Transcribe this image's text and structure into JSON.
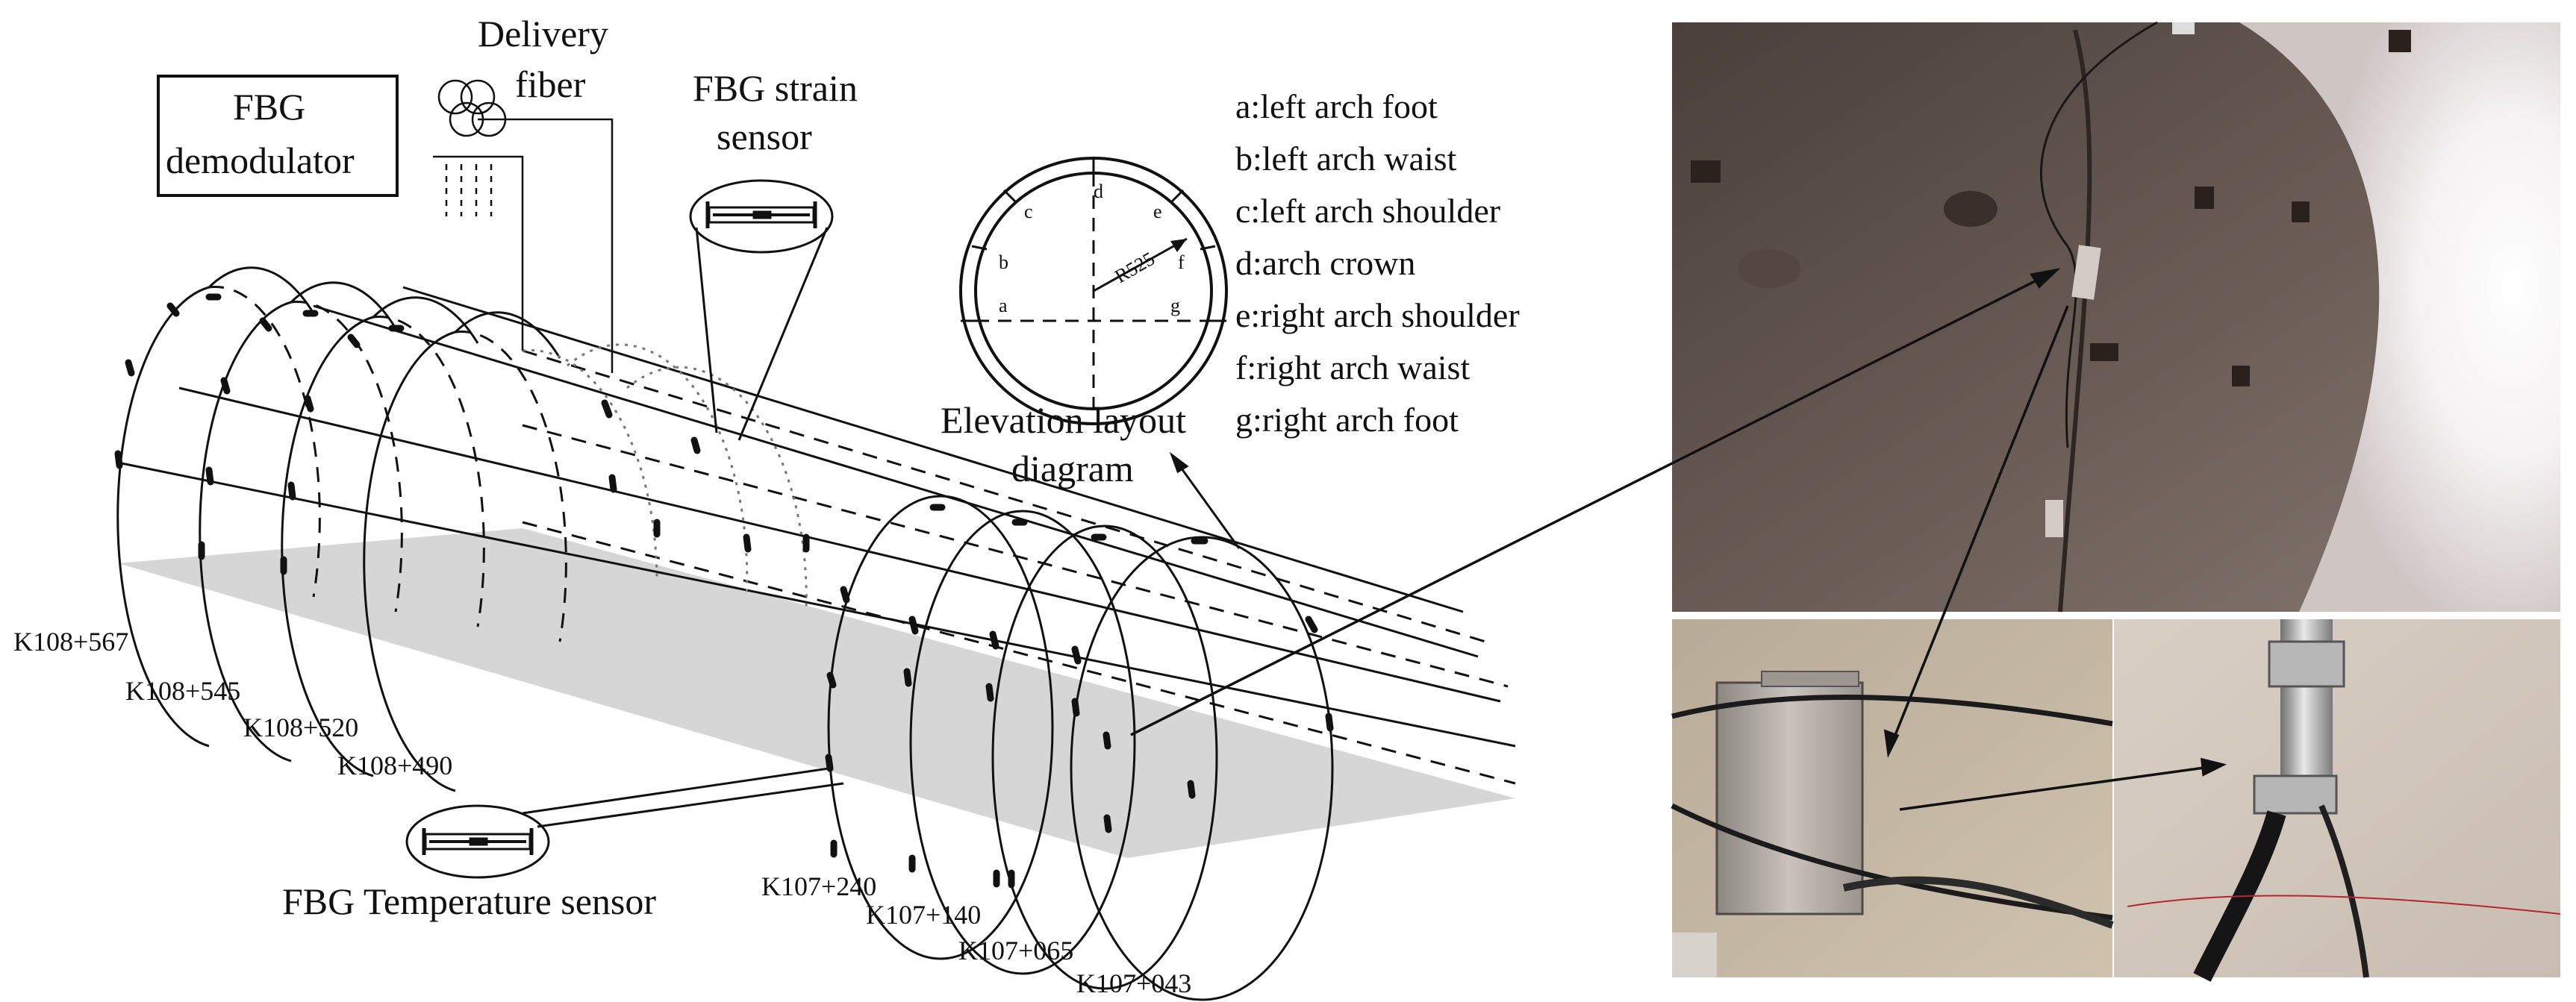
{
  "labels": {
    "delivery_fiber_1": "Delivery",
    "delivery_fiber_2": "fiber",
    "demodulator_1": "FBG",
    "demodulator_2": "demodulator",
    "strain_sensor_1": "FBG strain",
    "strain_sensor_2": "sensor",
    "temperature_sensor": "FBG Temperature sensor",
    "elevation_1": "Elevation layout",
    "elevation_2": "diagram",
    "radius": "R525"
  },
  "elevation_points": [
    "a",
    "b",
    "c",
    "d",
    "e",
    "f",
    "g"
  ],
  "legend": [
    "a:left arch foot",
    "b:left arch waist",
    "c:left arch shoulder",
    "d:arch crown",
    "e:right arch shoulder",
    "f:right arch waist",
    "g:right arch foot"
  ],
  "stations_left": [
    "K108+567",
    "K108+545",
    "K108+520",
    "K108+490"
  ],
  "stations_right": [
    "K107+240",
    "K107+140",
    "K107+065",
    "K107+043"
  ],
  "colors": {
    "floor": "#d6d6d6",
    "line": "#111111",
    "photo_wall": "#5e524c",
    "photo_box": "#b5aea6"
  }
}
